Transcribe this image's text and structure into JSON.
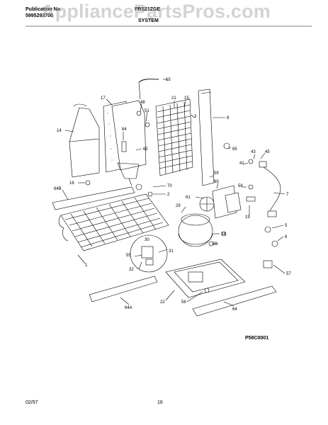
{
  "header": {
    "pub_label": "Publication No.",
    "pub_number": "5995293700",
    "model": "FRS21ZGE",
    "section": "SYSTEM"
  },
  "watermark": "AppliancePartsPros.com",
  "footer": {
    "date": "02/97",
    "page": "16",
    "diagram_code": "P58C0001"
  },
  "part_labels": {
    "p1": "1",
    "p2": "2",
    "p3": "3",
    "p5": "5",
    "p6": "6",
    "p7": "7",
    "p8": "8",
    "p13": "13",
    "p14": "14",
    "p15": "15",
    "p16": "16",
    "p17": "17",
    "p19": "19",
    "p21": "21",
    "p22": "22",
    "p24": "24",
    "p28": "28",
    "p29": "29",
    "p30": "30",
    "p31": "31",
    "p32": "32",
    "p41": "41",
    "p43": "43",
    "p45": "45",
    "p48": "48",
    "p51": "51",
    "p55": "55",
    "p56": "56",
    "p57": "57",
    "p58": "58",
    "p59": "59",
    "p60": "60",
    "p61": "61",
    "p62": "62",
    "p64": "64",
    "p64a": "64A",
    "p64b": "64B",
    "p65": "65",
    "p70": "70",
    "p84": "84"
  }
}
